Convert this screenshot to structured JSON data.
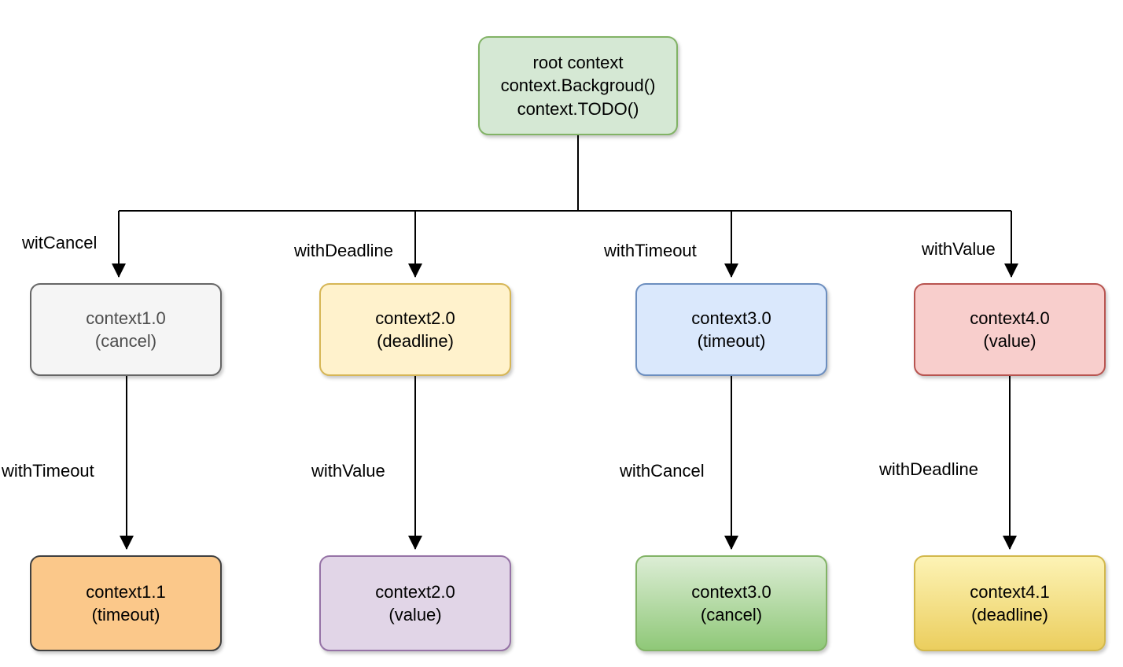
{
  "diagram": {
    "background_color": "#ffffff",
    "line_color": "#000000",
    "root": {
      "lines": [
        "root context",
        "context.Backgroud()",
        "context.TODO()"
      ],
      "fill": "#d5e8d4",
      "stroke": "#82b366",
      "text_color": "#000000"
    },
    "children": [
      {
        "edge_label": "witCancel",
        "title": "context1.0",
        "subtitle": "(cancel)",
        "fill": "#f5f5f5",
        "stroke": "#666666",
        "text_color": "#4d4d4d"
      },
      {
        "edge_label": "withDeadline",
        "title": "context2.0",
        "subtitle": "(deadline)",
        "fill": "#fff2cc",
        "stroke": "#d6b656",
        "text_color": "#000000"
      },
      {
        "edge_label": "withTimeout",
        "title": "context3.0",
        "subtitle": "(timeout)",
        "fill": "#dae8fc",
        "stroke": "#6c8ebf",
        "text_color": "#000000"
      },
      {
        "edge_label": "withValue",
        "title": "context4.0",
        "subtitle": "(value)",
        "fill": "#f8cecc",
        "stroke": "#b85450",
        "text_color": "#000000"
      }
    ],
    "grandchildren": [
      {
        "edge_label": "withTimeout",
        "title": "context1.1",
        "subtitle": "(timeout)",
        "fill": "#fbc88a",
        "stroke": "#404040",
        "text_color": "#000000"
      },
      {
        "edge_label": "withValue",
        "title": "context2.0",
        "subtitle": "(value)",
        "fill": "#e1d5e7",
        "stroke": "#9673a6",
        "text_color": "#000000"
      },
      {
        "edge_label": "withCancel",
        "title": "context3.0",
        "subtitle": "(cancel)",
        "fill": "#dcedd5",
        "fill2": "#8fc878",
        "stroke": "#82b366",
        "text_color": "#000000"
      },
      {
        "edge_label": "withDeadline",
        "title": "context4.1",
        "subtitle": "(deadline)",
        "fill": "#fdf3b5",
        "fill2": "#ebce5e",
        "stroke": "#d2b84c",
        "text_color": "#000000"
      }
    ]
  }
}
